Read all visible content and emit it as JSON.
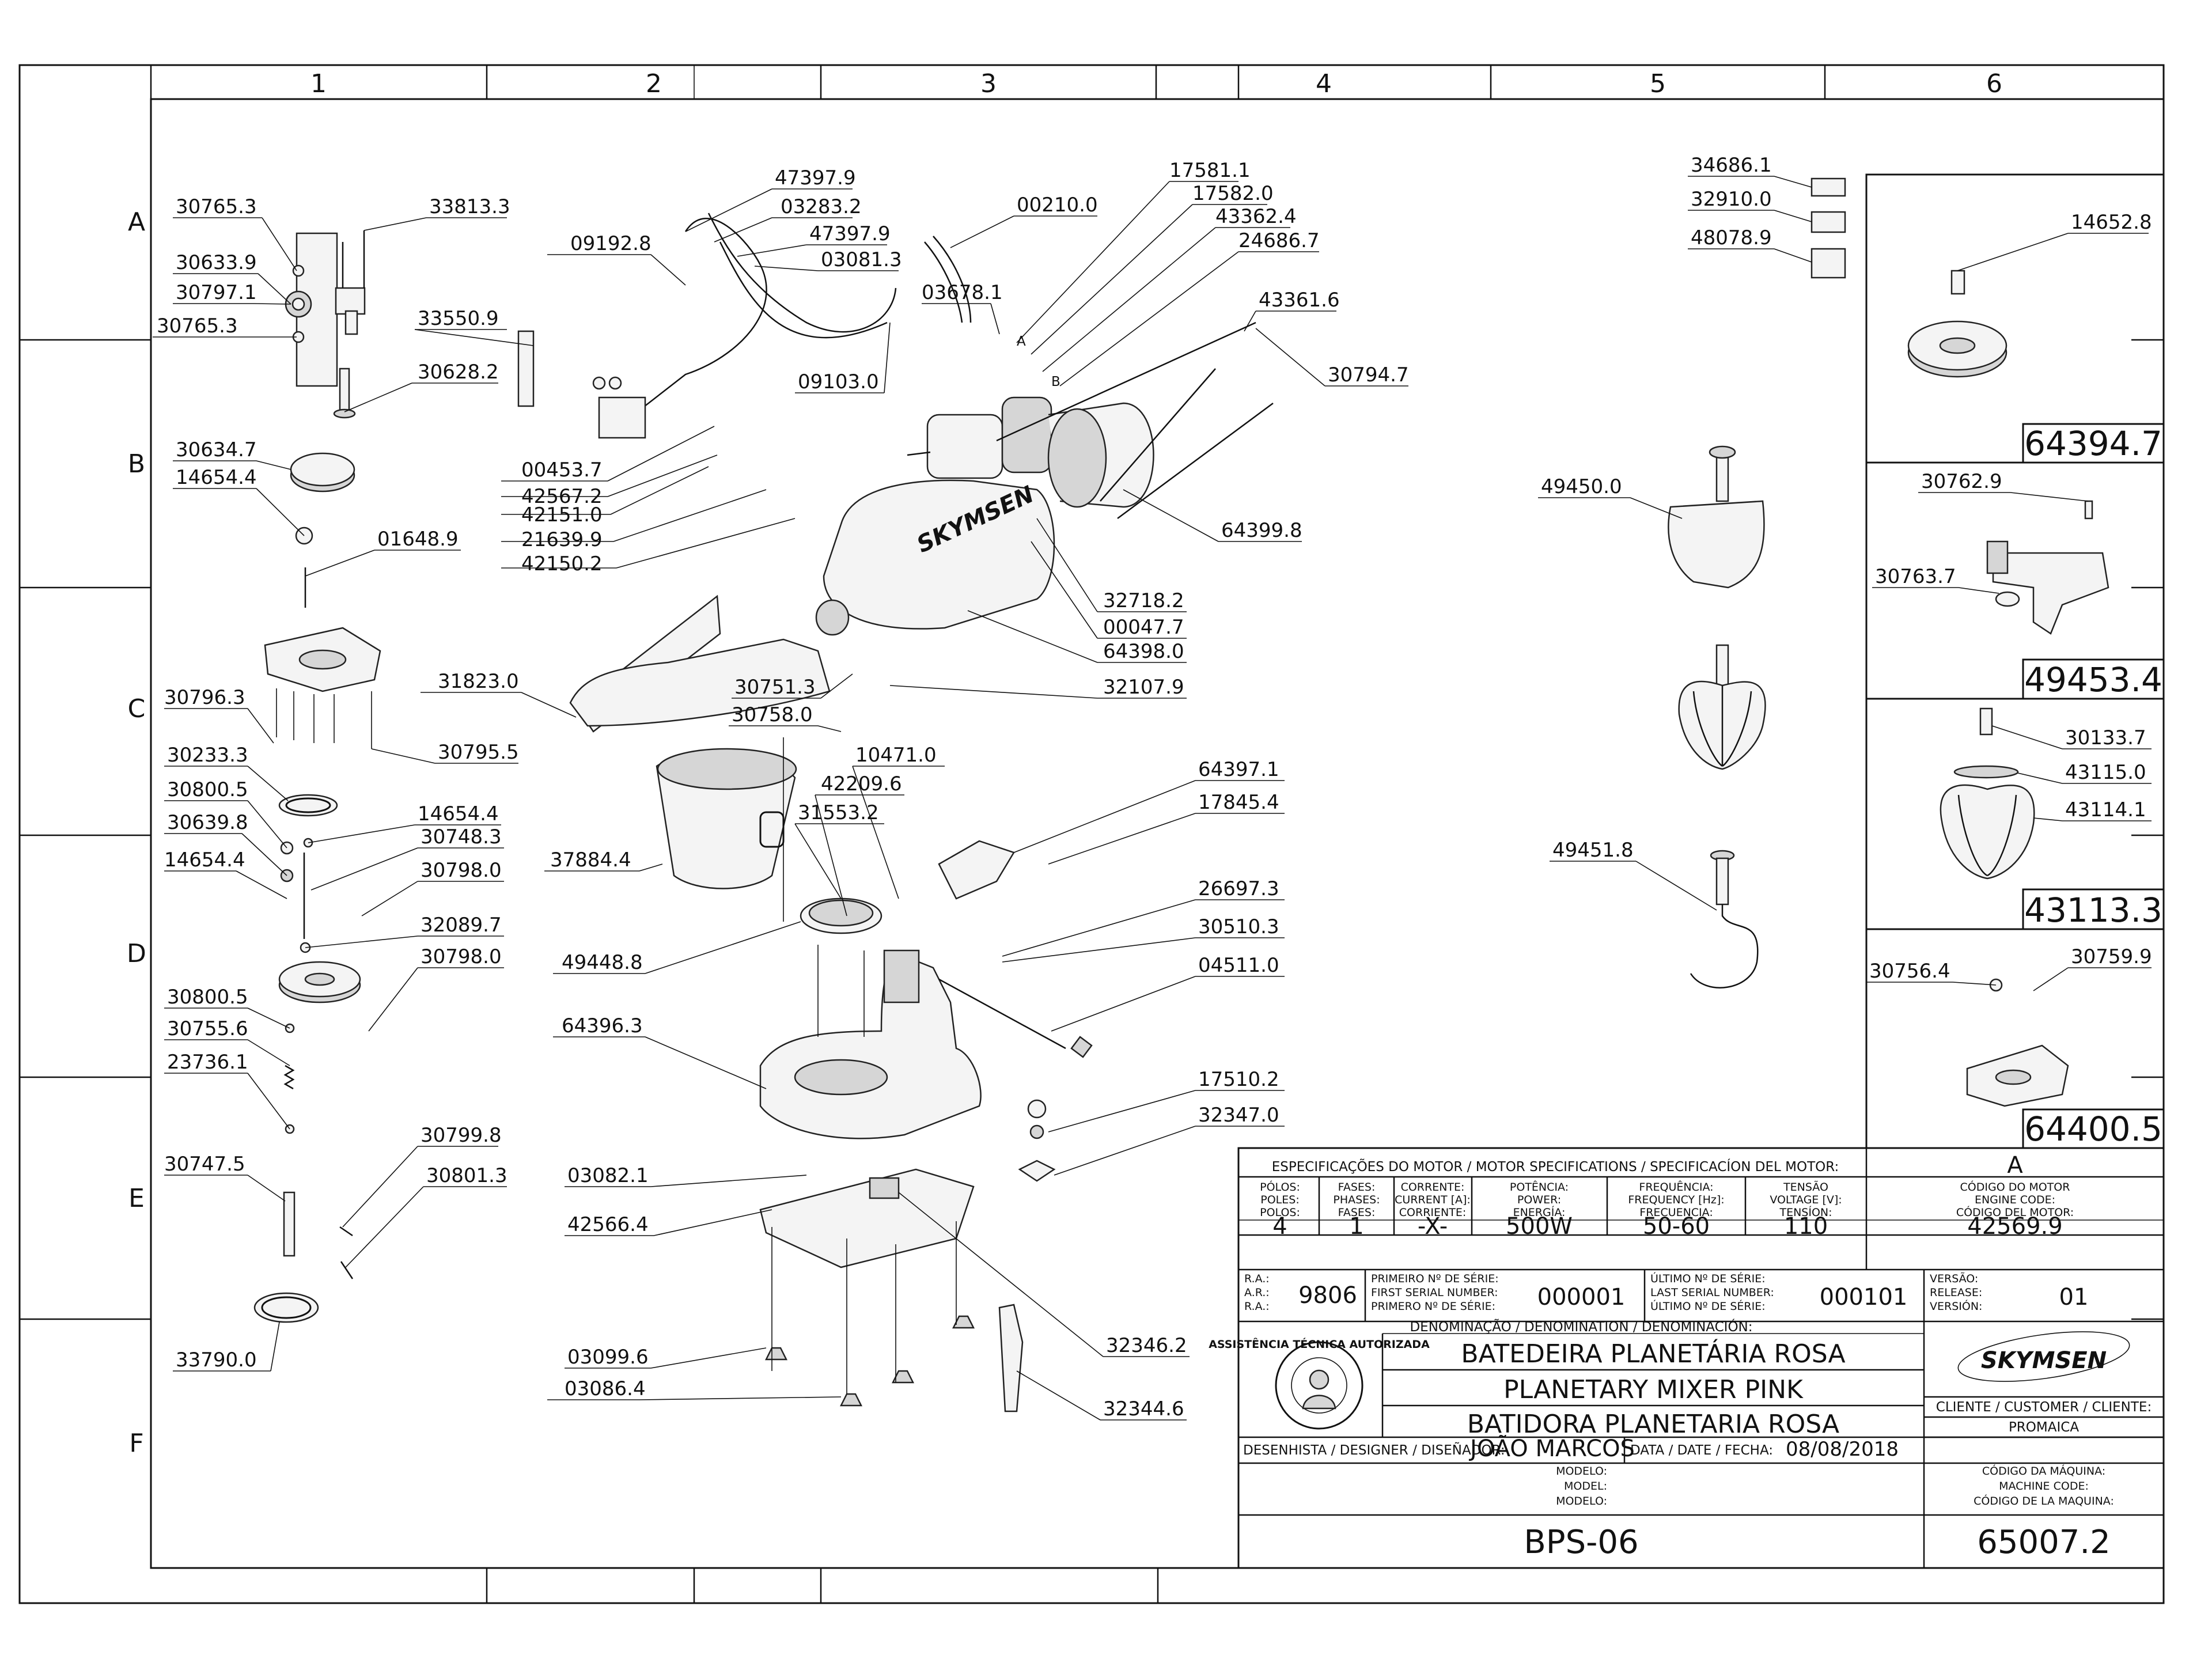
{
  "grid": {
    "columns": [
      "1",
      "2",
      "3",
      "4",
      "5",
      "6"
    ],
    "rows": [
      "A",
      "B",
      "C",
      "D",
      "E",
      "F"
    ]
  },
  "callouts": {
    "p30765_3a": "30765.3",
    "p33813_3": "33813.3",
    "p30633_9": "30633.9",
    "p30797_1": "30797.1",
    "p30765_3b": "30765.3",
    "p33550_9": "33550.9",
    "p30628_2": "30628.2",
    "p30634_7": "30634.7",
    "p14654_4a": "14654.4",
    "p01648_9": "01648.9",
    "p30796_3": "30796.3",
    "p30795_5": "30795.5",
    "p30233_3": "30233.3",
    "p30800_5a": "30800.5",
    "p14654_4b": "14654.4",
    "p30639_8": "30639.8",
    "p30748_3": "30748.3",
    "p14654_4c": "14654.4",
    "p30798_0a": "30798.0",
    "p32089_7": "32089.7",
    "p30798_0b": "30798.0",
    "p30800_5b": "30800.5",
    "p30755_6": "30755.6",
    "p23736_1": "23736.1",
    "p30799_8": "30799.8",
    "p30747_5": "30747.5",
    "p30801_3": "30801.3",
    "p33790_0": "33790.0",
    "p47397_9a": "47397.9",
    "p03283_2": "03283.2",
    "p47397_9b": "47397.9",
    "p03081_3": "03081.3",
    "p09192_8": "09192.8",
    "p09103_0": "09103.0",
    "p00210_0": "00210.0",
    "p17581_1": "17581.1",
    "p17582_0": "17582.0",
    "p43362_4": "43362.4",
    "p24686_7": "24686.7",
    "p03678_1": "03678.1",
    "p43361_6": "43361.6",
    "p30794_7": "30794.7",
    "p00453_7": "00453.7",
    "p42567_2": "42567.2",
    "p42151_0": "42151.0",
    "p21639_9": "21639.9",
    "p42150_2": "42150.2",
    "p64399_8": "64399.8",
    "p32718_2": "32718.2",
    "p00047_7": "00047.7",
    "p64398_0": "64398.0",
    "p31823_0": "31823.0",
    "p30751_3": "30751.3",
    "p32107_9": "32107.9",
    "p30758_0": "30758.0",
    "p10471_0": "10471.0",
    "p64397_1": "64397.1",
    "p42209_6": "42209.6",
    "p17845_4": "17845.4",
    "p31553_2": "31553.2",
    "p37884_4": "37884.4",
    "p26697_3": "26697.3",
    "p30510_3": "30510.3",
    "p49448_8": "49448.8",
    "p04511_0": "04511.0",
    "p64396_3": "64396.3",
    "p17510_2": "17510.2",
    "p32347_0": "32347.0",
    "p03082_1": "03082.1",
    "p42566_4": "42566.4",
    "p03099_6": "03099.6",
    "p32346_2": "32346.2",
    "p03086_4": "03086.4",
    "p32344_6": "32344.6",
    "p34686_1": "34686.1",
    "p32910_0": "32910.0",
    "p48078_9": "48078.9",
    "p49450_0": "49450.0",
    "p49451_8": "49451.8",
    "p14652_8": "14652.8",
    "p30762_9": "30762.9",
    "p30763_7": "30763.7",
    "p30133_7": "30133.7",
    "p43115_0": "43115.0",
    "p43114_1": "43114.1",
    "p30756_4": "30756.4",
    "p30759_9": "30759.9",
    "angle_a": "A",
    "angle_b": "B"
  },
  "kits": {
    "k64394_7": "64394.7",
    "k49453_4": "49453.4",
    "k43113_3": "43113.3",
    "k64400_5": "64400.5"
  },
  "brand": {
    "name": "SKYMSEN",
    "logo_text": "SKYMSEN"
  },
  "stamp_text": "ASSISTÊNCIA TÉCNICA AUTORIZADA",
  "title_block": {
    "motor_spec_header": "ESPECIFICAÇÕES DO MOTOR / MOTOR SPECIFICATIONS / SPECIFICACÍON DEL MOTOR:",
    "rev": "A",
    "col_poles": [
      "PÓLOS:",
      "POLES:",
      "POLOS:"
    ],
    "col_phases": [
      "FASES:",
      "PHASES:",
      "FASES:"
    ],
    "col_current": [
      "CORRENTE:",
      "CURRENT [A]:",
      "CORRIENTE:"
    ],
    "col_power": [
      "POTÊNCIA:",
      "POWER:",
      "ENERGÍA:"
    ],
    "col_frequency": [
      "FREQUÊNCIA:",
      "FREQUENCY [Hz]:",
      "FRECUENCIA:"
    ],
    "col_voltage": [
      "TENSÃO",
      "VOLTAGE [V]:",
      "TENSÍON:"
    ],
    "col_engine": [
      "CÓDIGO DO MOTOR",
      "ENGINE CODE:",
      "CÓDIGO DEL MOTOR:"
    ],
    "poles": "4",
    "phases": "1",
    "current": "-X-",
    "power": "500W",
    "frequency": "50-60",
    "voltage": "110",
    "engine_code": "42569.9",
    "ra_labels": [
      "R.A.:",
      "A.R.:",
      "R.A.:"
    ],
    "ra_value": "9806",
    "first_serial_labels": [
      "PRIMEIRO Nº DE SÉRIE:",
      "FIRST SERIAL NUMBER:",
      "PRIMERO Nº DE SÉRIE:"
    ],
    "first_serial": "000001",
    "last_serial_labels": [
      "ÚLTIMO Nº DE SÉRIE:",
      "LAST SERIAL NUMBER:",
      "ÚLTIMO Nº DE SÉRIE:"
    ],
    "last_serial": "000101",
    "version_labels": [
      "VERSÃO:",
      "RELEASE:",
      "VERSIÓN:"
    ],
    "version": "01",
    "denomination_header": "DENOMINAÇÃO / DENOMINATION / DENOMINACIÓN:",
    "name_pt": "BATEDEIRA PLANETÁRIA ROSA",
    "name_en": "PLANETARY MIXER PINK",
    "name_es": "BATIDORA PLANETARIA ROSA",
    "client_label": "CLIENTE / CUSTOMER / CLIENTE:",
    "client": "PROMAICA",
    "designer_label": "DESENHISTA / DESIGNER / DISEÑADOR:",
    "designer": "JOÃO MARCOS",
    "date_label": "DATA / DATE / FECHA:",
    "date": "08/08/2018",
    "model_labels": [
      "MODELO:",
      "MODEL:",
      "MODELO:"
    ],
    "machine_code_labels": [
      "CÓDIGO DA MÁQUINA:",
      "MACHINE CODE:",
      "CÓDIGO DE LA MAQUINA:"
    ],
    "model": "BPS-06",
    "machine_code": "65007.2"
  }
}
